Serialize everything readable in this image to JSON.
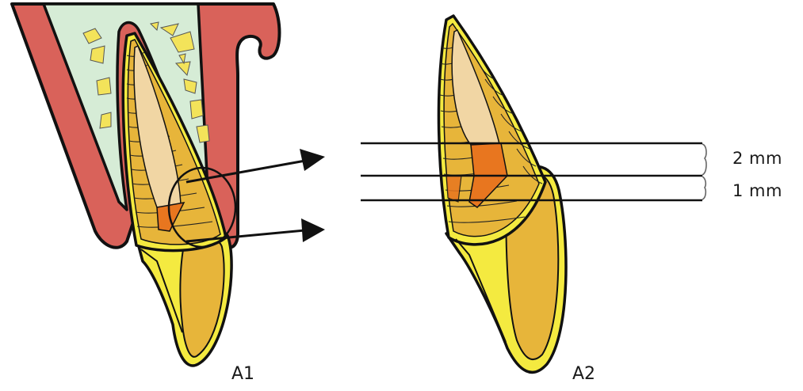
{
  "figure": {
    "panel_left_label": "A1",
    "panel_right_label": "A2",
    "measure_upper": "2 mm",
    "measure_lower": "1 mm"
  },
  "colors": {
    "gum": "#d9625a",
    "bone": "#d6ecd6",
    "bone_chips": "#f3e35a",
    "dentin": "#e7b53a",
    "enamel": "#f4ea40",
    "pulp": "#f1d6a4",
    "cut_section": "#e8761f",
    "outline": "#111111"
  }
}
